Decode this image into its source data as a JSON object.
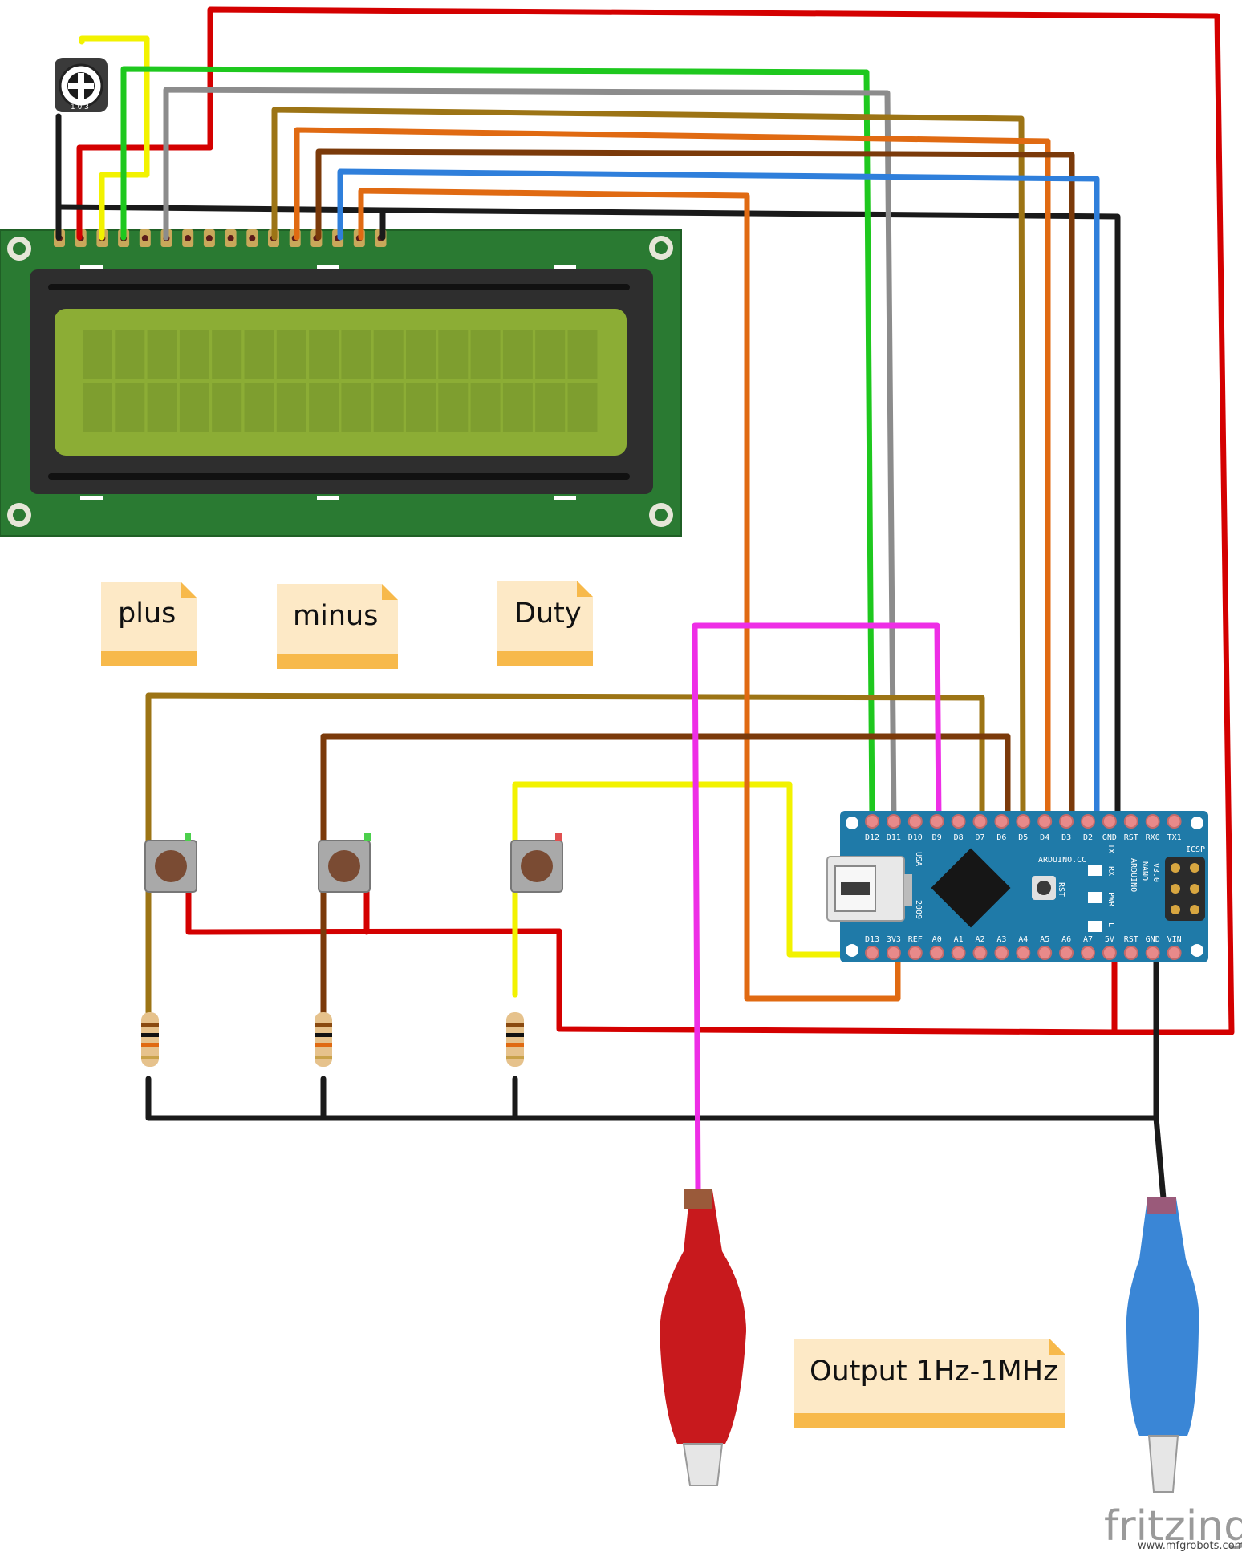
{
  "notes": {
    "plus": "plus",
    "minus": "minus",
    "duty": "Duty",
    "output": "Output 1Hz-1MHz"
  },
  "arduino": {
    "top_pins": [
      "D12",
      "D11",
      "D10",
      "D9",
      "D8",
      "D7",
      "D6",
      "D5",
      "D4",
      "D3",
      "D2",
      "GND",
      "RST",
      "RX0",
      "TX1"
    ],
    "bottom_pins": [
      "D13",
      "3V3",
      "REF",
      "A0",
      "A1",
      "A2",
      "A3",
      "A4",
      "A5",
      "A6",
      "A7",
      "5V",
      "RST",
      "GND",
      "VIN"
    ],
    "board_name": "ARDUINO",
    "board_model": "NANO",
    "board_version": "V3.0",
    "site": "ARDUINO.CC",
    "usa": "USA",
    "year": "2009",
    "icsp": "ICSP",
    "rst": "RST",
    "leds": [
      "TX",
      "RX",
      "PWR",
      "L"
    ]
  },
  "branding": {
    "fritzing": "fritzing",
    "credit": "www.mfgrobots.com"
  },
  "colors": {
    "red": "#d40000",
    "black": "#1a1a1a",
    "green": "#1ec81e",
    "yellow": "#f2f200",
    "gray": "#8c8c8c",
    "olive": "#9c7415",
    "orange": "#e06a12",
    "brown": "#7b3a0a",
    "blue": "#2f7fdb",
    "magenta": "#ee2ee6",
    "pcb_green": "#2a7a32",
    "lcd_screen": "#8cad35",
    "nano_blue": "#1f7aa8",
    "note_fill": "#fde9c6",
    "note_band": "#f7b94b"
  }
}
